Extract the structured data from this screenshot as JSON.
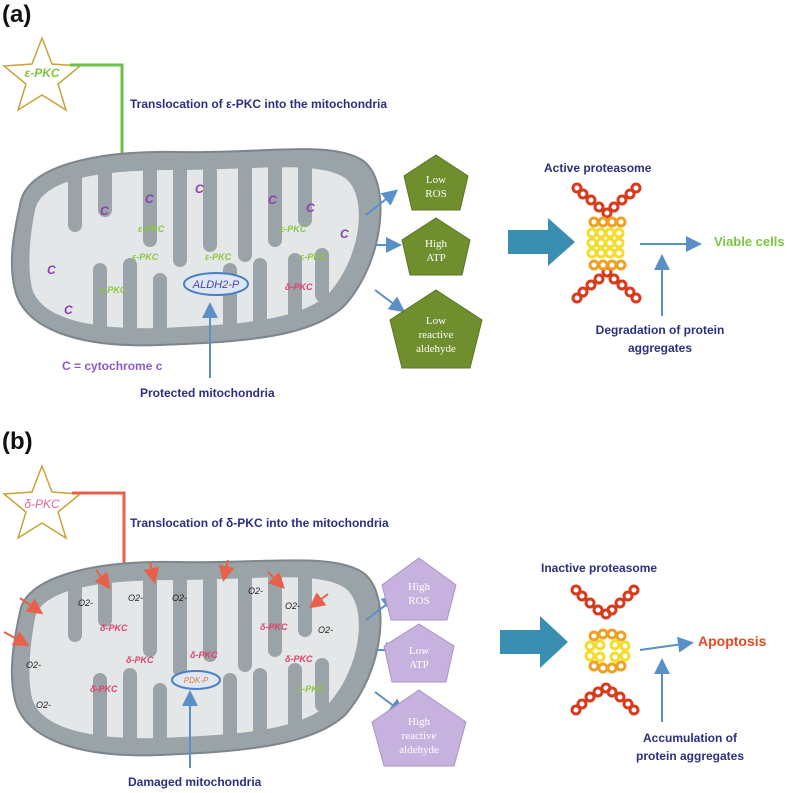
{
  "panel_a": {
    "letter": "(a)",
    "star_label": "ε-PKC",
    "translocation_label": "Translocation of ε-PKC into the mitochondria",
    "mito_c_letter": "C",
    "mito_epkc": "ε-PKC",
    "mito_dpkc": "δ-PKC",
    "center_protein": "ALDH2-P",
    "legend": "C = cytochrome c",
    "mito_caption": "Protected mitochondria",
    "outputs": [
      {
        "line1": "Low",
        "line2": "ROS",
        "line3": ""
      },
      {
        "line1": "High",
        "line2": "ATP",
        "line3": ""
      },
      {
        "line1": "Low",
        "line2": "reactive",
        "line3": "aldehyde"
      }
    ],
    "proteasome_label": "Active proteasome",
    "result": "Viable cells",
    "bottom_note_line1": "Degradation of protein",
    "bottom_note_line2": "aggregates"
  },
  "panel_b": {
    "letter": "(b)",
    "star_label": "δ-PKC",
    "translocation_label": "Translocation of δ-PKC into the mitochondria",
    "mito_o2": "O2-",
    "mito_dpkc": "δ-PKC",
    "mito_epkc": "ε-PKC",
    "center_protein": "PDK-P",
    "mito_caption": "Damaged mitochondria",
    "outputs": [
      {
        "line1": "High",
        "line2": "ROS",
        "line3": ""
      },
      {
        "line1": "Low",
        "line2": "ATP",
        "line3": ""
      },
      {
        "line1": "High",
        "line2": "reactive",
        "line3": "aldehyde"
      }
    ],
    "proteasome_label": "Inactive proteasome",
    "result": "Apoptosis",
    "bottom_note_line1": "Accumulation of",
    "bottom_note_line2": "protein aggregates"
  },
  "colors": {
    "green_arrow": "#6cc04a",
    "red_arrow": "#e8604a",
    "blue_arrow": "#5b8fc7",
    "big_arrow": "#3a8fb0",
    "green_pentagon": "#6f8f2e",
    "purple_pentagon": "#c7b2df",
    "mito_fill": "#9aa3a8",
    "mito_inner": "#e4e7e8",
    "star_stroke": "#c8a23a"
  }
}
